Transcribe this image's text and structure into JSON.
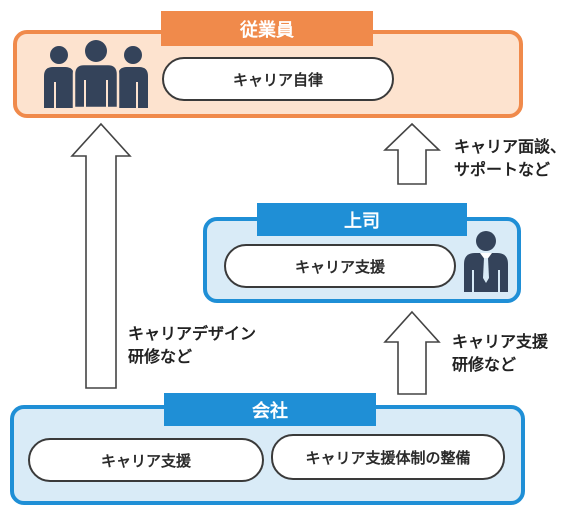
{
  "employee": {
    "header": "従業員",
    "pill": "キャリア自律",
    "icon": "group-of-people-icon"
  },
  "boss": {
    "header": "上司",
    "pill": "キャリア支援",
    "icon": "businessman-icon"
  },
  "company": {
    "header": "会社",
    "pill_left": "キャリア支援",
    "pill_right": "キャリア支援体制の整備"
  },
  "arrows": {
    "left_label_line1": "キャリアデザイン",
    "left_label_line2": "研修など",
    "top_right_label_line1": "キャリア面談、",
    "top_right_label_line2": "サポートなど",
    "mid_right_label_line1": "キャリア支援",
    "mid_right_label_line2": "研修など"
  },
  "colors": {
    "orange_border": "#f08a4b",
    "orange_fill": "#fde3cf",
    "blue_border": "#1f8fd6",
    "blue_fill": "#d9ebf7",
    "icon_dark": "#34435a"
  }
}
